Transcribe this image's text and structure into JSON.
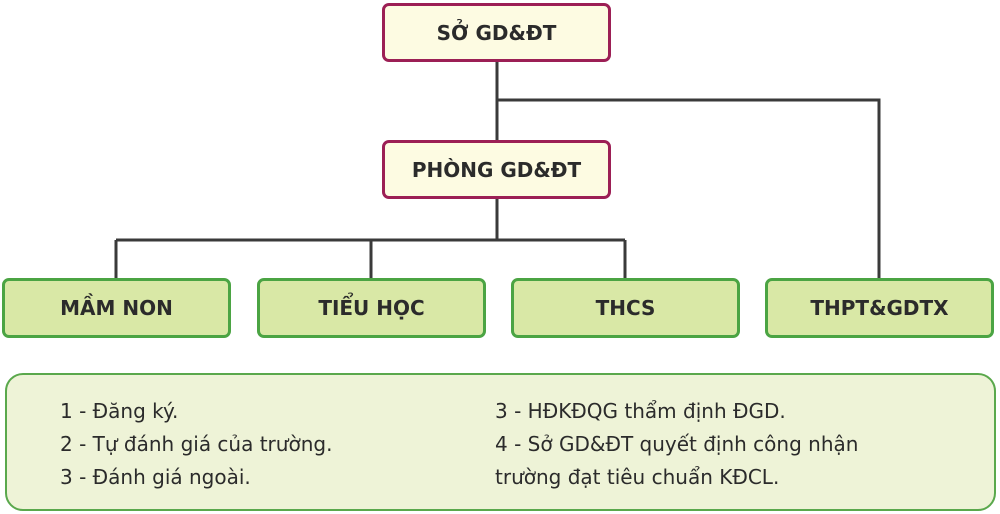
{
  "nodes": {
    "so": "SỞ GD&ĐT",
    "phong": "PHÒNG GD&ĐT",
    "mam_non": "MẦM NON",
    "tieu_hoc": "TIỂU HỌC",
    "thcs": "THCS",
    "thpt": "THPT&GDTX"
  },
  "legend": {
    "left": [
      "1 - Đăng ký.",
      "2 - Tự đánh giá của trường.",
      "3 - Đánh giá ngoài."
    ],
    "right": [
      "3 - HĐKĐQG thẩm định ĐGD.",
      "4 - Sở GD&ĐT quyết định công nhận",
      "trường đạt tiêu chuẩn KĐCL."
    ]
  },
  "colors": {
    "connector": "#3a3a3a",
    "top_border": "#9c1f55",
    "top_fill": "#fdfbe2",
    "leaf_border": "#4ba443",
    "leaf_fill": "#d9e8a6",
    "legend_fill": "#eef3d7",
    "legend_border": "#5aa84c"
  }
}
